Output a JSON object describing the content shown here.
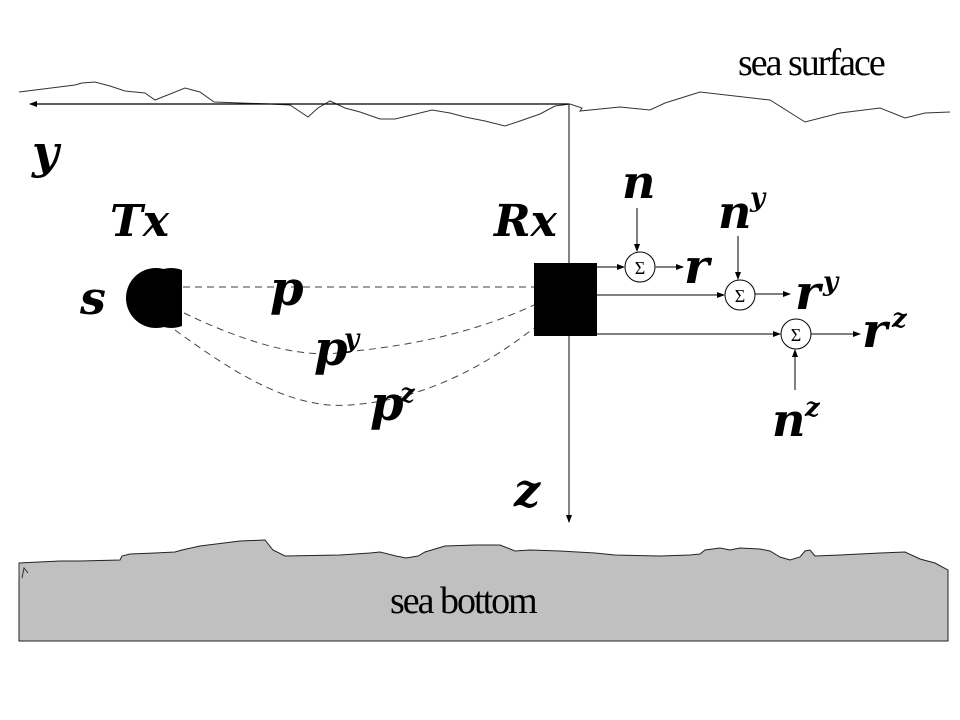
{
  "diagram": {
    "labels": {
      "sea_surface": "sea surface",
      "sea_bottom": "sea bottom",
      "axis_y": "y",
      "axis_z": "z",
      "transmitter": "Tx",
      "receiver": "Rx",
      "source_signal": "s",
      "path_direct": "p",
      "path_y": "p",
      "path_y_sup": "y",
      "path_z": "p",
      "path_z_sup": "z",
      "noise": "n",
      "noise_y": "n",
      "noise_y_sup": "y",
      "noise_z": "n",
      "noise_z_sup": "z",
      "output": "r",
      "output_y": "r",
      "output_y_sup": "y",
      "output_z": "r",
      "output_z_sup": "z",
      "sum_symbol": "Σ"
    },
    "colors": {
      "background": "#ffffff",
      "ink": "#000000",
      "sea_bottom_fill": "#c0c0c0",
      "dashed_path": "#555555"
    }
  }
}
